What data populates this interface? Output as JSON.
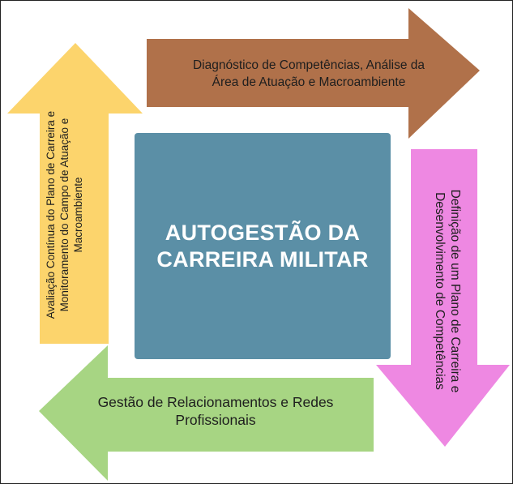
{
  "center": {
    "title": "AUTOGESTÃO DA\nCARREIRA MILITAR",
    "color": "#5b8fa6"
  },
  "arrows": {
    "top": {
      "label": "Diagnóstico de Competências, Análise da\nÁrea de Atuação e Macroambiente",
      "color": "#b0714a"
    },
    "right": {
      "label": "Definição de um Plano de Carreira e\nDesenvolvimento de Competências",
      "color": "#ee88e2"
    },
    "bottom": {
      "label": "Gestão de Relacionamentos e Redes\nProfissionais",
      "color": "#a7d583"
    },
    "left": {
      "label": "Avaliação Contínua do Plano de Carreira e\nMonitoramento do Campo de Atuação e\nMacroambiente",
      "color": "#fcd46c"
    }
  }
}
